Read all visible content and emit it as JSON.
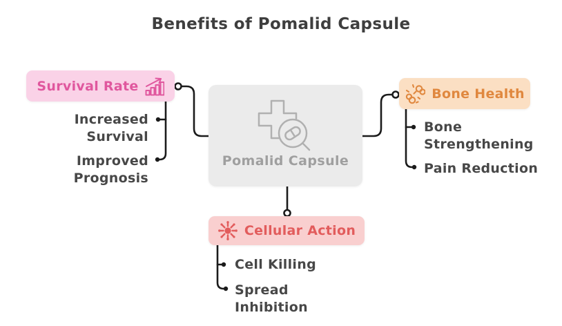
{
  "title": "Benefits of Pomalid Capsule",
  "center_node": {
    "label": "Pomalid Capsule",
    "icon": "medical-cross-magnifier-icon"
  },
  "branches": {
    "survival": {
      "label": "Survival Rate",
      "icon": "trending-bar-chart-icon",
      "items": {
        "first": "Increased\nSurvival",
        "second": "Improved\nPrognosis"
      }
    },
    "bone": {
      "label": "Bone Health",
      "icon": "bones-icon",
      "items": {
        "first": "Bone\nStrengthening",
        "second": "Pain Reduction"
      }
    },
    "cellular": {
      "label": "Cellular Action",
      "icon": "virus-icon",
      "items": {
        "first": "Cell Killing",
        "second": "Spread\nInhibition"
      }
    }
  },
  "colors": {
    "connector_line": "#1b1b1b",
    "title_text": "#3e3e3e",
    "item_text": "#474747",
    "survival_bg": "#fad2e7",
    "survival_accent": "#e0579e",
    "bone_bg": "#fbdfc3",
    "bone_accent": "#e0883f",
    "cellular_bg": "#f9cfcf",
    "cellular_accent": "#e25c5c",
    "node_bg": "#ebebeb",
    "node_text": "#9f9f9f",
    "node_icon": "#b0b0b0"
  }
}
